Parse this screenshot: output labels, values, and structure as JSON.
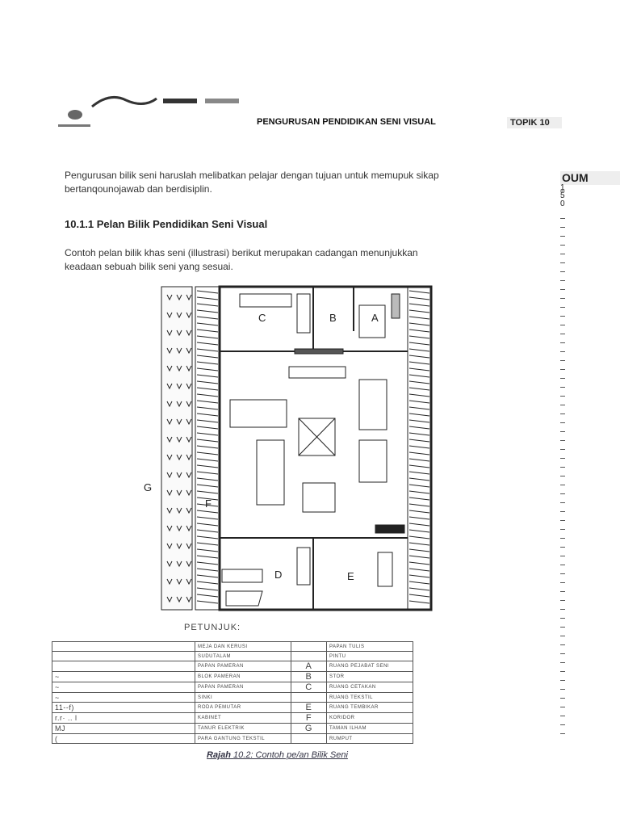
{
  "header": {
    "title": "PENGURUSAN PENDIDIKAN SENI VISUAL",
    "topik": "TOPIK 10",
    "side_label": "OUM",
    "side_digits": [
      "1",
      "5",
      "0"
    ]
  },
  "intro": {
    "line1": "Pengurusan bilik seni haruslah melibatkan pelajar dengan tujuan untuk memupuk sikap",
    "line2": "bertanqounojawab dan berdisiplin."
  },
  "section": {
    "heading": "10.1.1 Pelan Bilik Pendidikan Seni Visual"
  },
  "body": {
    "line1": "Contoh pelan bilik khas seni (illustrasi) berikut merupakan cadangan menunjukkan",
    "line2": "keadaan sebuah bilik seni yang sesuai."
  },
  "plan": {
    "labels": {
      "a": "A",
      "b": "B",
      "c": "C",
      "d": "D",
      "e": "E",
      "f": "F",
      "g": "G"
    }
  },
  "legend": {
    "title": "PETUNJUK:",
    "rows": [
      {
        "sym": "",
        "left": "MEJA DAN KERUSI",
        "key": "",
        "right": "PAPAN TULIS"
      },
      {
        "sym": "",
        "left": "SUDUTALAM",
        "key": "",
        "right": "PINTU"
      },
      {
        "sym": "",
        "left": "PAPAN PAMERAN",
        "key": "A",
        "right": "RUANG PEJABAT SENI"
      },
      {
        "sym": "~",
        "left": "BLOK PAMERAN",
        "key": "B",
        "right": "STOR"
      },
      {
        "sym": "~",
        "left": "PAPAN PAMERAN",
        "key": "C",
        "right": "RUANG CETAKAN"
      },
      {
        "sym": "~",
        "left": "SINKI",
        "key": "",
        "right": "RUANG TEKSTIL"
      },
      {
        "sym": "11--f)",
        "left": "RODA PEMUTAR",
        "key": "E",
        "right": "RUANG TEMBIKAR"
      },
      {
        "sym": "r.r· .. l",
        "left": "KABINET",
        "key": "F",
        "right": "KORIDOR"
      },
      {
        "sym": "MJ",
        "left": "TANUR ELEKTRIK",
        "key": "G",
        "right": "TAMAN ILHAM"
      },
      {
        "sym": "(",
        "left": "PARA GANTUNG TEKSTIL",
        "key": "",
        "right": "RUMPUT"
      }
    ]
  },
  "caption": {
    "prefix": "Rajah",
    "text": "10.2: Contoh pe/an Bilik Seni"
  }
}
